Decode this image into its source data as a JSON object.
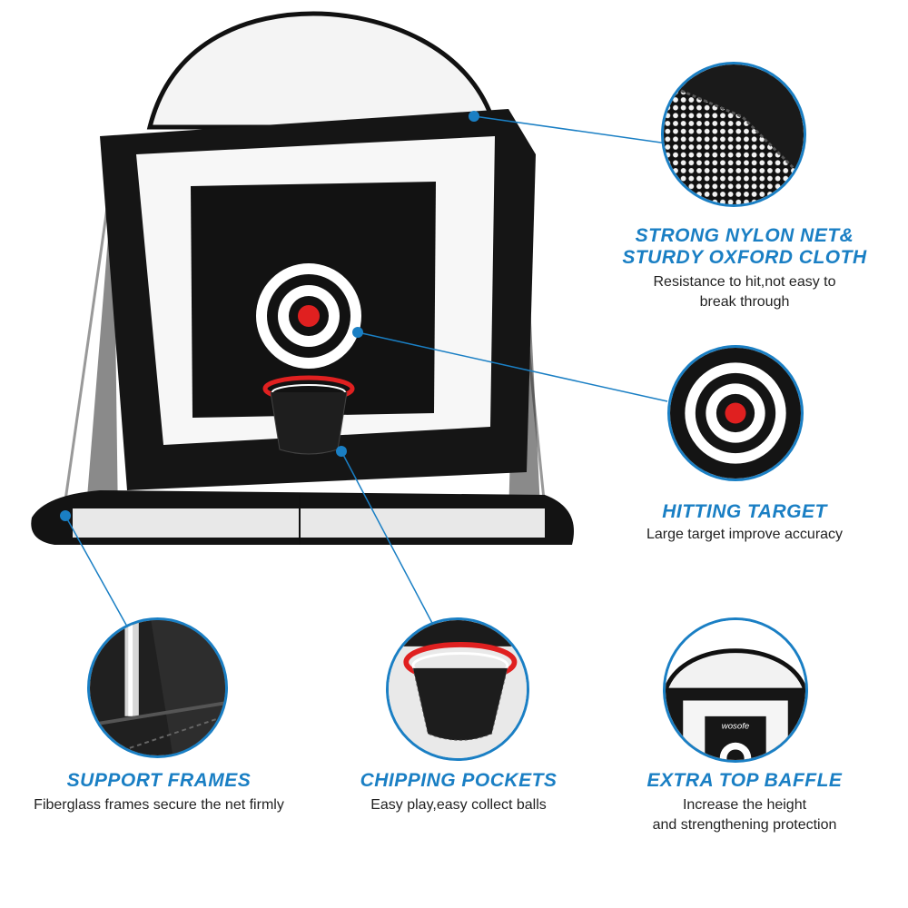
{
  "features": {
    "net": {
      "title_line1": "STRONG NYLON NET&",
      "title_line2": "STURDY OXFORD CLOTH",
      "desc_line1": "Resistance to hit,not easy to",
      "desc_line2": "break through"
    },
    "target": {
      "title": "HITTING TARGET",
      "desc": "Large target improve accuracy"
    },
    "frames": {
      "title": "SUPPORT FRAMES",
      "desc": "Fiberglass frames secure the net firmly"
    },
    "pockets": {
      "title": "CHIPPING POCKETS",
      "desc": "Easy play,easy collect balls"
    },
    "baffle": {
      "title": "EXTRA TOP BAFFLE",
      "desc_line1": "Increase the height",
      "desc_line2": "and strengthening protection"
    }
  },
  "brand_mark": "wosofe",
  "colors": {
    "accent": "#1a7fc4",
    "net": "#1c1c1c",
    "target_red": "#e02020"
  }
}
